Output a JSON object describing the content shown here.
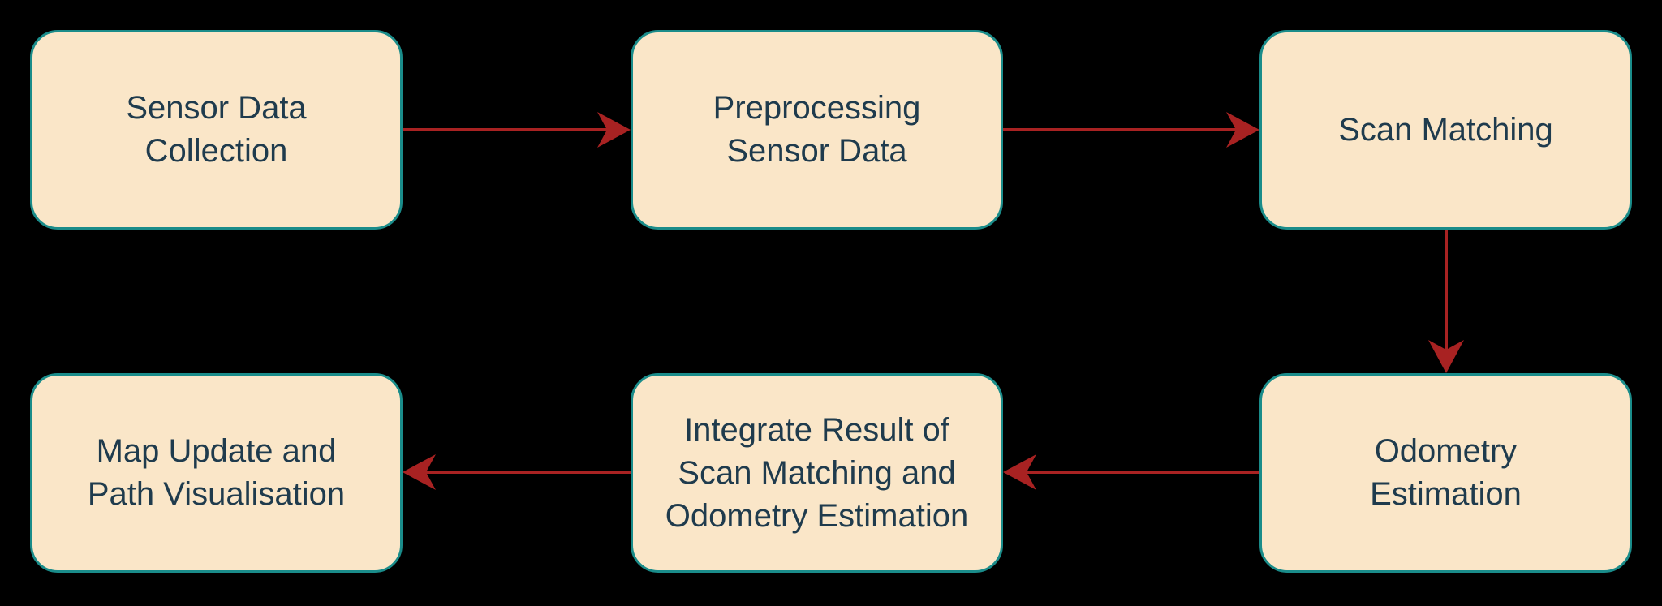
{
  "diagram": {
    "background": "#000000",
    "node_fill": "#fae6c8",
    "node_border": "#1a8c8a",
    "text_color": "#1f3b4d",
    "arrow_color": "#a82222",
    "nodes": [
      {
        "id": "sensor-data-collection",
        "label": "Sensor Data\nCollection"
      },
      {
        "id": "preprocessing-sensor-data",
        "label": "Preprocessing\nSensor Data"
      },
      {
        "id": "scan-matching",
        "label": "Scan Matching"
      },
      {
        "id": "odometry-estimation",
        "label": "Odometry\nEstimation"
      },
      {
        "id": "integrate-result",
        "label": "Integrate Result of\nScan Matching and\nOdometry Estimation"
      },
      {
        "id": "map-update",
        "label": "Map Update and\nPath Visualisation"
      }
    ],
    "edges": [
      {
        "from": "sensor-data-collection",
        "to": "preprocessing-sensor-data"
      },
      {
        "from": "preprocessing-sensor-data",
        "to": "scan-matching"
      },
      {
        "from": "scan-matching",
        "to": "odometry-estimation"
      },
      {
        "from": "odometry-estimation",
        "to": "integrate-result"
      },
      {
        "from": "integrate-result",
        "to": "map-update"
      }
    ]
  }
}
